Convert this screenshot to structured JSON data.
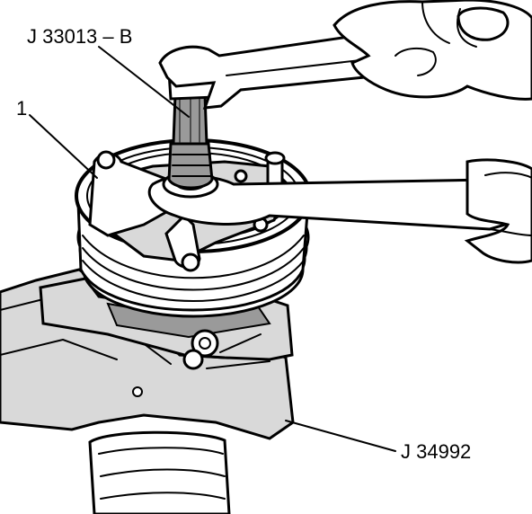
{
  "figure": {
    "callouts": {
      "tool_top": "J 33013 – B",
      "item_number": "1",
      "tool_bottom": "J 34992"
    },
    "colors": {
      "ink": "#000000",
      "paper": "#ffffff",
      "shade": "#d9d9d9",
      "dark_shade": "#9a9a9a"
    }
  }
}
